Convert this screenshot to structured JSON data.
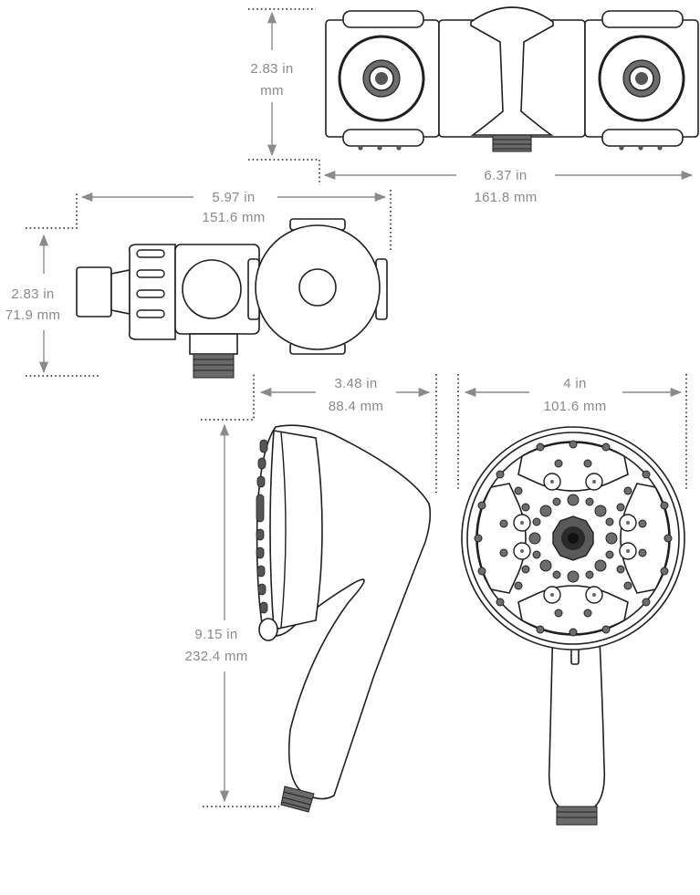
{
  "dimensions": {
    "top_height": {
      "inches": "2.83 in",
      "mm": "mm"
    },
    "top_width": {
      "inches": "6.37 in",
      "mm": "161.8 mm"
    },
    "mid_width": {
      "inches": "5.97 in",
      "mm": "151.6 mm"
    },
    "mid_height": {
      "inches": "2.83 in",
      "mm": "71.9 mm"
    },
    "head_depth": {
      "inches": "3.48 in",
      "mm": "88.4 mm"
    },
    "head_diameter": {
      "inches": "4 in",
      "mm": "101.6 mm"
    },
    "head_length": {
      "inches": "9.15 in",
      "mm": "232.4 mm"
    }
  },
  "colors": {
    "dimension": "#8a8a8a",
    "outline": "#1f1f1f",
    "nozzle": "#6d6d6d"
  }
}
